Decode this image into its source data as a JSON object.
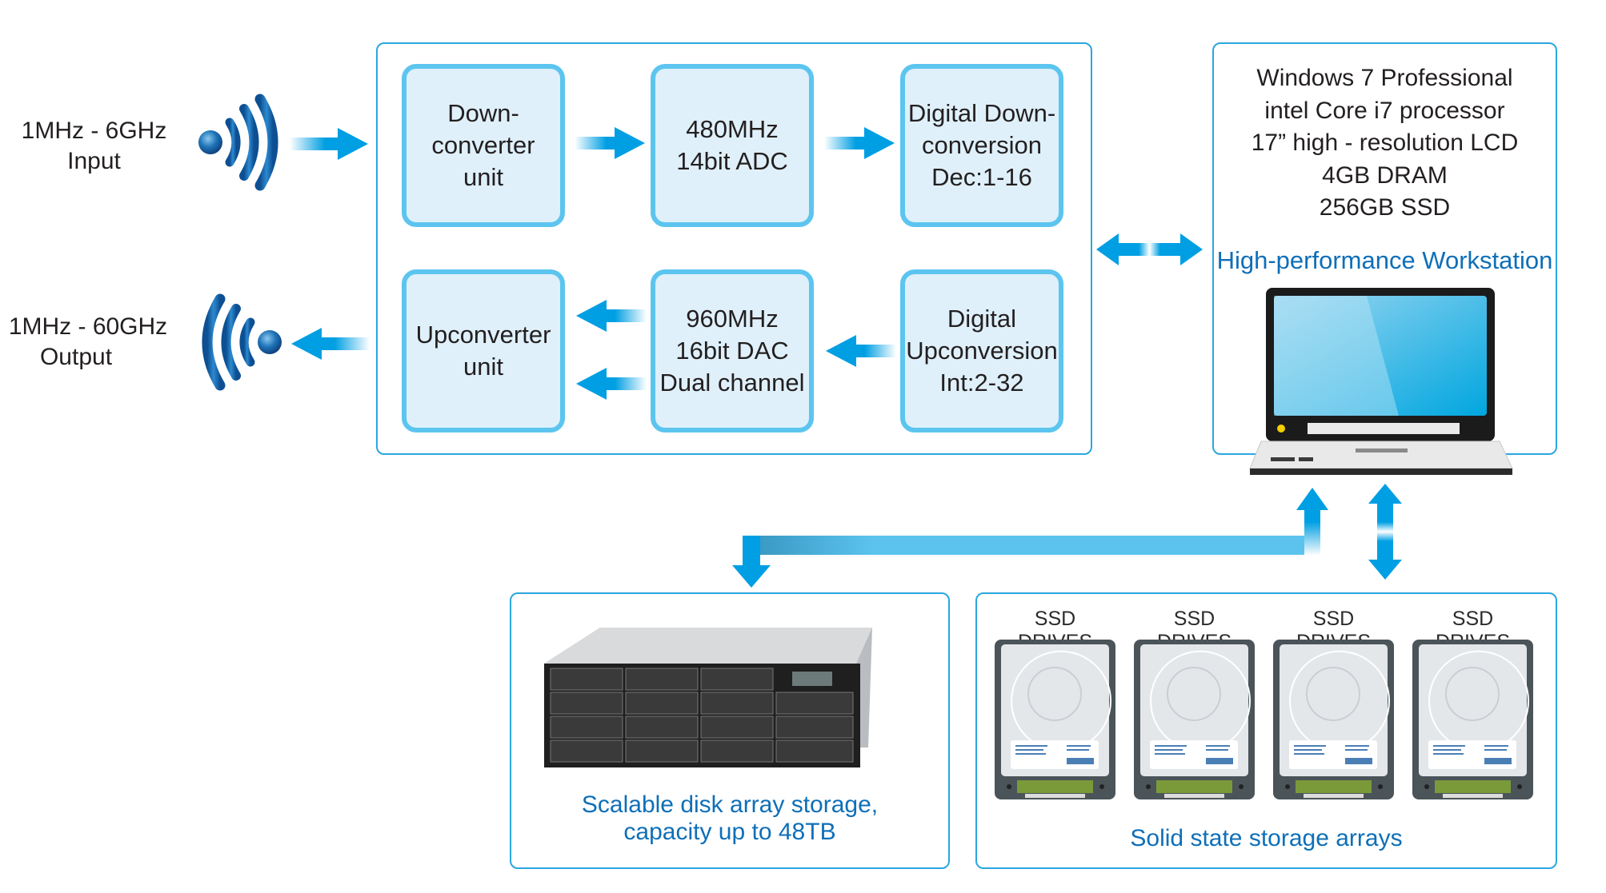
{
  "input": {
    "freq": "1MHz - 6GHz",
    "label": "Input"
  },
  "output": {
    "freq": "1MHz - 60GHz",
    "label": "Output"
  },
  "processing": {
    "blocks": [
      {
        "id": "downconverter",
        "text": "Down-\nconverter\nunit"
      },
      {
        "id": "adc",
        "text": "480MHz\n14bit ADC"
      },
      {
        "id": "ddc",
        "text": "Digital Down-\nconversion\nDec:1-16"
      },
      {
        "id": "upconverter",
        "text": "Upconverter\nunit"
      },
      {
        "id": "dac",
        "text": "960MHz\n16bit DAC\nDual channel"
      },
      {
        "id": "duc",
        "text": "Digital\nUpconversion\nInt:2-32"
      }
    ]
  },
  "workstation": {
    "specs": [
      "Windows 7 Professional",
      "intel Core i7 processor",
      "17” high - resolution LCD",
      "4GB DRAM",
      "256GB  SSD"
    ],
    "title": "High-performance Workstation"
  },
  "disk_array": {
    "caption": "Scalable disk array storage,\ncapacity up to 48TB"
  },
  "ssd": {
    "drives": [
      "SSD DRIVES",
      "SSD DRIVES",
      "SSD DRIVES",
      "SSD DRIVES"
    ],
    "caption": "Solid state storage arrays"
  },
  "colors": {
    "accent": "#009fe3",
    "border": "#2aa7df",
    "block_fill": "#dff0fa",
    "block_border": "#5cc5ef",
    "title_blue": "#0e6fb8"
  }
}
